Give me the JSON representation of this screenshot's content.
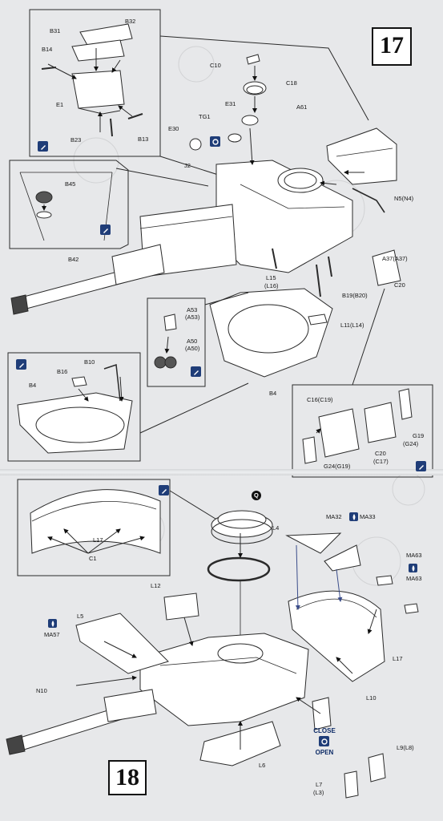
{
  "steps": {
    "step17": "17",
    "step18": "18"
  },
  "labels17": {
    "B32": "B32",
    "B31": "B31",
    "B14": "B14",
    "E1": "E1",
    "B23": "B23",
    "B13": "B13",
    "C10": "C10",
    "C18": "C18",
    "E31": "E31",
    "TG1": "TG1",
    "E30": "E30",
    "A61": "A61",
    "J2": "J2",
    "B45": "B45",
    "N5": "N5(N4)",
    "B42": "B42",
    "A37": "A37(A37)",
    "C20a": "C20",
    "L15": "L15",
    "L16": "(L16)",
    "B19": "B19(B20)",
    "A53": "A53",
    "A53b": "(A53)",
    "A50": "A50",
    "A50b": "(A50)",
    "L11": "L11(L14)",
    "B10": "B10",
    "B16": "B16",
    "B4a": "B4",
    "B4b": "B4",
    "C16": "C16(C19)",
    "G19": "G19",
    "G24b": "(G24)",
    "C20b": "C20",
    "C17": "(C17)",
    "G24": "G24(G19)"
  },
  "labels18": {
    "Q": "Q",
    "L4": "L4",
    "MA32": "MA32",
    "MA33": "MA33",
    "L17a": "L17",
    "C1": "C1",
    "MA63a": "MA63",
    "MA63b": "MA63",
    "L12": "L12",
    "L5": "L5",
    "MA57": "MA57",
    "L17b": "L17",
    "N10": "N10",
    "L10": "L10",
    "close": "CLOSE",
    "open": "OPEN",
    "L9": "L9(L8)",
    "L6": "L6",
    "L7": "L7",
    "L3": "(L3)"
  },
  "icons": {
    "glue": "glue-icon",
    "paint": "paint-drop-icon",
    "rotate": "rotate-icon"
  },
  "colors": {
    "paper": "#e7e8ea",
    "line": "#2a2a2a",
    "iconBlue": "#1f3d78",
    "arrow": "#3a4c8a"
  }
}
